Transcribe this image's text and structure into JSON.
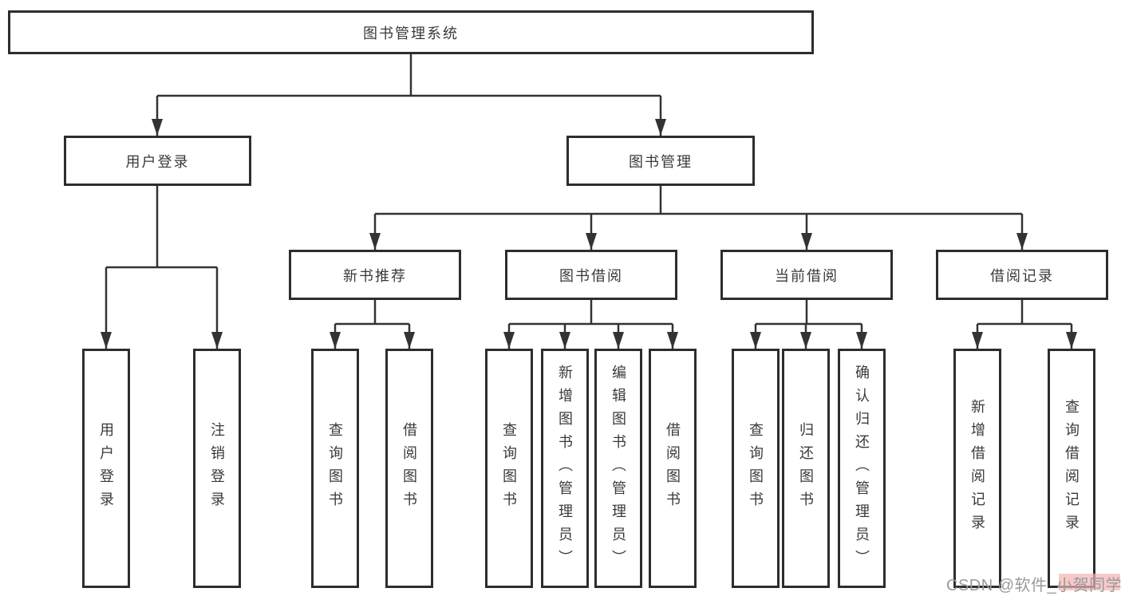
{
  "colors": {
    "line": "#333333",
    "border": "#2d2d2d",
    "text": "#3a3a3a",
    "background": "#ffffff",
    "watermark_text": "#9a9a9a",
    "watermark_highlight": "#f3b4b4"
  },
  "tree": {
    "root": "图书管理系统",
    "l2": [
      "用户登录",
      "图书管理"
    ],
    "l3": [
      "新书推荐",
      "图书借阅",
      "当前借阅",
      "借阅记录"
    ],
    "l4": {
      "login": [
        "用户登录",
        "注销登录"
      ],
      "recommend": [
        "查询图书",
        "借阅图书"
      ],
      "borrow": [
        "查询图书",
        "新增图书（管理员）",
        "编辑图书（管理员）",
        "借阅图书"
      ],
      "current": [
        "查询图书",
        "归还图书",
        "确认归还（管理员）"
      ],
      "records": [
        "新增借阅记录",
        "查询借阅记录"
      ]
    }
  },
  "watermark": "CSDN @软件_小贺同学"
}
